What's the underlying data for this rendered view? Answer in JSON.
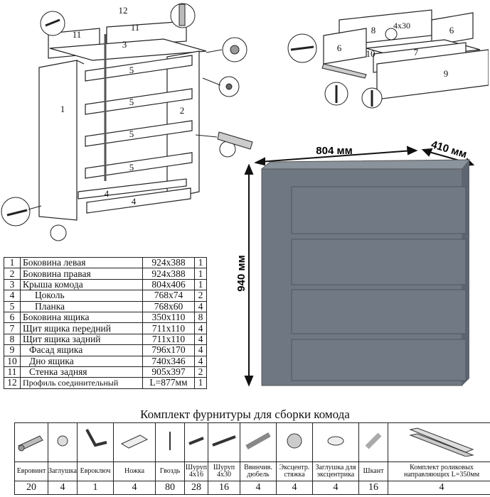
{
  "assembly": {
    "part_labels": [
      "1",
      "2",
      "3",
      "4",
      "4",
      "5",
      "5",
      "5",
      "5",
      "6",
      "6",
      "7",
      "8",
      "9",
      "10",
      "11",
      "11",
      "12"
    ],
    "screw_label": "4x30"
  },
  "dimensions": {
    "width": "804 мм",
    "depth": "410 мм",
    "height": "940 мм"
  },
  "parts": [
    {
      "n": "1",
      "name": "Боковина левая",
      "size": "924x388",
      "qty": "1"
    },
    {
      "n": "2",
      "name": "Боковина правая",
      "size": "924x388",
      "qty": "1"
    },
    {
      "n": "3",
      "name": "Крыша комода",
      "size": "804x406",
      "qty": "1"
    },
    {
      "n": "4",
      "name": "Цоколь",
      "size": "768x74",
      "qty": "2"
    },
    {
      "n": "5",
      "name": "Планка",
      "size": "768x60",
      "qty": "4"
    },
    {
      "n": "6",
      "name": "Боковина ящика",
      "size": "350x110",
      "qty": "8"
    },
    {
      "n": "7",
      "name": "Щит ящика передний",
      "size": "711x110",
      "qty": "4"
    },
    {
      "n": "8",
      "name": "Щит ящика задний",
      "size": "711x110",
      "qty": "4"
    },
    {
      "n": "9",
      "name": "Фасад ящика",
      "size": "796x170",
      "qty": "4"
    },
    {
      "n": "10",
      "name": "Дно ящика",
      "size": "740x346",
      "qty": "4"
    },
    {
      "n": "11",
      "name": "Стенка задняя",
      "size": "905x397",
      "qty": "2"
    },
    {
      "n": "12",
      "name": "Профиль соединительный",
      "size": "L=877мм",
      "qty": "1"
    }
  ],
  "kit": {
    "title": "Комплект фурнитуры для сборки комода",
    "items": [
      {
        "label": "Евровинт",
        "qty": "20",
        "icon": "eurovint-screw-icon"
      },
      {
        "label": "Заглушка",
        "qty": "4",
        "icon": "cap-icon"
      },
      {
        "label": "Евроключ",
        "qty": "1",
        "icon": "hex-key-icon"
      },
      {
        "label": "Ножка",
        "qty": "4",
        "icon": "foot-icon"
      },
      {
        "label": "Гвоздь",
        "qty": "80",
        "icon": "nail-icon"
      },
      {
        "label": "Шуруп 4x16",
        "qty": "28",
        "icon": "short-screw-icon"
      },
      {
        "label": "Шуруп 4x30",
        "qty": "16",
        "icon": "long-screw-icon"
      },
      {
        "label": "Ввинчив. дюбель",
        "qty": "4",
        "icon": "dowel-icon"
      },
      {
        "label": "Эксцентр. стяжка",
        "qty": "4",
        "icon": "eccentric-icon"
      },
      {
        "label": "Заглушка для эксцентрика",
        "qty": "4",
        "icon": "eccentric-cap-icon"
      },
      {
        "label": "Шкант",
        "qty": "16",
        "icon": "wood-dowel-icon"
      },
      {
        "label": "Комплект роликовых направляющих L=350мм",
        "qty": "4",
        "icon": "drawer-runner-icon"
      }
    ]
  },
  "colors": {
    "dresser": "#6f7882",
    "dresser_dark": "#5d6670",
    "dresser_light": "#8a929b",
    "panel": "#ffffff",
    "line": "#222222"
  }
}
